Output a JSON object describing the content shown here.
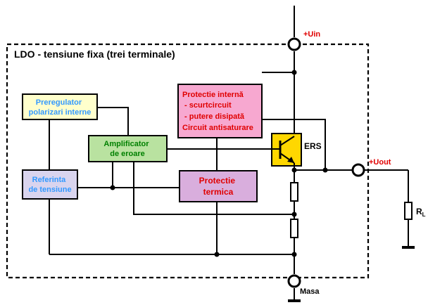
{
  "title": "LDO - tensiune fixa (trei terminale)",
  "terminals": {
    "uin": "+Uin",
    "uout": "+Uout",
    "masa": "Masa"
  },
  "load_label": "R",
  "load_subscript": "L",
  "transistor_label": "ERS",
  "blocks": {
    "preregulator": [
      "Preregulator",
      "polarizari interne"
    ],
    "protectie_interna": [
      "Protectie internă",
      " - scurtcircuit",
      " - putere disipată",
      "Circuit antisaturare"
    ],
    "amplificator": [
      "Amplificator",
      "de eroare"
    ],
    "referinta": [
      "Referinta",
      "de tensiune"
    ],
    "protectie_termica": [
      "Protectie",
      "termica"
    ]
  },
  "colors": {
    "preregulator_fill": "#ffffcc",
    "preregulator_text": "#3399ff",
    "protectie_interna_fill": "#f7a8d0",
    "protectie_interna_text": "#e00000",
    "amplificator_fill": "#b9e2a0",
    "amplificator_text": "#008000",
    "referinta_fill": "#d9d4ee",
    "referinta_text": "#3399ff",
    "protectie_termica_fill": "#d9aedd",
    "protectie_termica_text": "#e00000",
    "transistor_fill": "#ffd700",
    "terminal_text": "#e00000"
  }
}
